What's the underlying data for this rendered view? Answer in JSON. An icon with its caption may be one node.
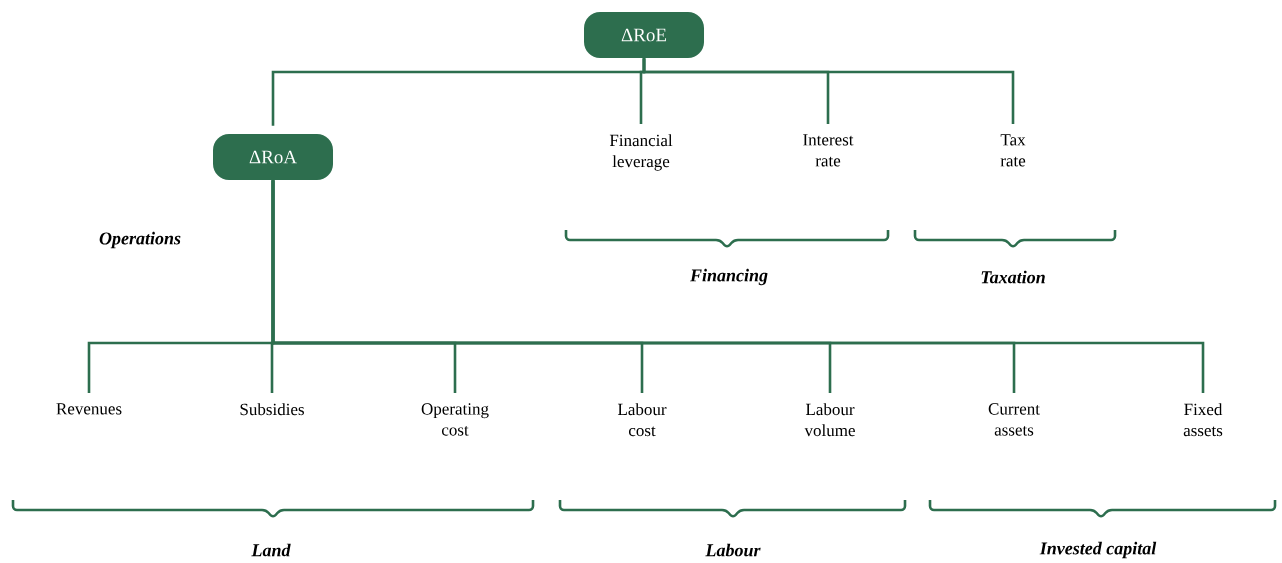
{
  "diagram": {
    "nodes": [
      {
        "text": [
          "ΔRoE"
        ]
      },
      {
        "text": [
          "ΔRoA"
        ]
      },
      {
        "text": [
          "Financial leverage"
        ]
      },
      {
        "text": [
          "Interest rate"
        ]
      },
      {
        "text": [
          "Tax rate"
        ]
      },
      {
        "text": [
          "Revenues"
        ]
      },
      {
        "text": [
          "Subsidies"
        ]
      },
      {
        "text": [
          "Operating cost"
        ]
      },
      {
        "text": [
          "Labour cost"
        ]
      },
      {
        "text": [
          "Labour volume"
        ]
      },
      {
        "text": [
          "Current assets"
        ]
      },
      {
        "text": [
          "Fixed assets"
        ]
      }
    ],
    "edges": [
      {
        "from": 0,
        "to": 1,
        "arrow": "none"
      },
      {
        "from": 0,
        "to": 2,
        "arrow": "none"
      },
      {
        "from": 0,
        "to": 3,
        "arrow": "none"
      },
      {
        "from": 0,
        "to": 4,
        "arrow": "none"
      },
      {
        "from": 1,
        "to": 5,
        "arrow": "none"
      },
      {
        "from": 1,
        "to": 6,
        "arrow": "none"
      },
      {
        "from": 1,
        "to": 7,
        "arrow": "none"
      },
      {
        "from": 1,
        "to": 8,
        "arrow": "none"
      },
      {
        "from": 1,
        "to": 9,
        "arrow": "none"
      },
      {
        "from": 1,
        "to": 10,
        "arrow": "none"
      },
      {
        "from": 1,
        "to": 11,
        "arrow": "none"
      }
    ],
    "labels": [
      "Operations",
      "Financing",
      "Taxation",
      "Land",
      "Labour",
      "Invested capital"
    ]
  }
}
